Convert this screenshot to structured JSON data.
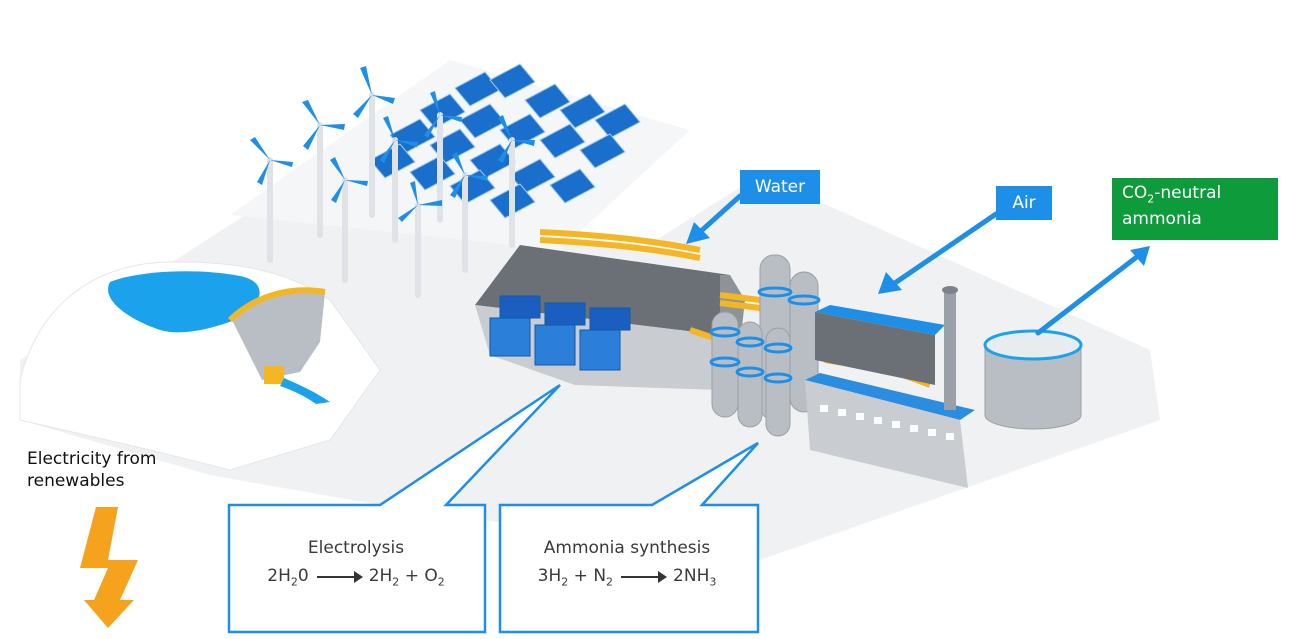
{
  "labels": {
    "water": "Water",
    "air": "Air",
    "co2_neutral_line1_prefix": "CO",
    "co2_neutral_line1_sub": "2",
    "co2_neutral_line1_suffix": "-neutral",
    "co2_neutral_line2": "ammonia",
    "electricity_line1": "Electricity from",
    "electricity_line2": "renewables"
  },
  "callouts": {
    "electrolysis": {
      "title": "Electrolysis",
      "lhs": {
        "coef": "2H",
        "sub": "2",
        "rest": "0"
      },
      "rhs": [
        {
          "coef": "2H",
          "sub": "2"
        },
        {
          "coef": "O",
          "sub": "2"
        }
      ],
      "plus": "+"
    },
    "ammonia_synthesis": {
      "title": "Ammonia synthesis",
      "lhs": [
        {
          "coef": "3H",
          "sub": "2"
        },
        {
          "coef": "N",
          "sub": "2"
        }
      ],
      "plus": "+",
      "rhs": {
        "coef": "2NH",
        "sub": "3"
      }
    }
  },
  "colors": {
    "tag_blue": "#1e8fe8",
    "tag_green": "#0d9b3c",
    "accent_yellow": "#f5b623",
    "lightning_orange": "#f5a21c",
    "water_blue": "#1aa3ec",
    "callout_border": "#1e8fe8"
  },
  "icons": [
    "wind-turbine-icon",
    "solar-panel-icon",
    "dam-reservoir-icon",
    "electrolyzer-building-icon",
    "synthesis-column-icon",
    "storage-tank-icon",
    "lightning-bolt-icon"
  ]
}
